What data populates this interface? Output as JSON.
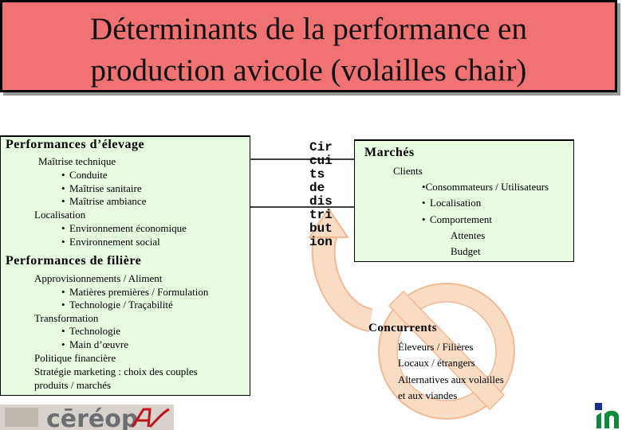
{
  "title": {
    "line1": "Déterminants de la performance en",
    "line2": "production avicole (volailles chair)"
  },
  "left_panel": {
    "heading1": "Performances d’élevage",
    "maitrise": "Maîtrise technique",
    "conduite": "Conduite",
    "sanitaire": "Maîtrise sanitaire",
    "ambiance": "Maîtrise ambiance",
    "localisation": "Localisation",
    "env_eco": "Environnement économique",
    "env_soc": "Environnement social",
    "heading2": "Performances de filière",
    "appro": "Approvisionnements / Aliment",
    "matieres": "Matières premières / Formulation",
    "techno_trac": "Technologie / Traçabilité",
    "transformation": "Transformation",
    "technologie": "Technologie",
    "main_oeuvre": "Main d’œuvre",
    "politique": "Politique financière",
    "strategie": "Stratégie marketing : choix des couples",
    "produits": "produits / marchés",
    "bullet": "•"
  },
  "distribution": {
    "text": "Circuits de distribution"
  },
  "markets": {
    "heading": "Marchés",
    "clients": "Clients",
    "consommateurs": "Consommateurs / Utilisateurs",
    "localisation": "Localisation",
    "comportement": "Comportement",
    "attentes": "Attentes",
    "budget": "Budget",
    "bullet": "•"
  },
  "competitors": {
    "heading": "Concurrents",
    "line1": "Éleveurs / Filières",
    "line2": "Locaux / étrangers",
    "line3": "Alternatives aux volailles",
    "line4": "et aux viandes"
  },
  "logos": {
    "left": "cereopa",
    "right": "ina-p-g-icon"
  },
  "colors": {
    "title_bg": "#f07272",
    "panel_bg": "#e6fbe0",
    "arrow_fill": "#f9dcc4",
    "arrow_stroke": "#f4b893"
  }
}
